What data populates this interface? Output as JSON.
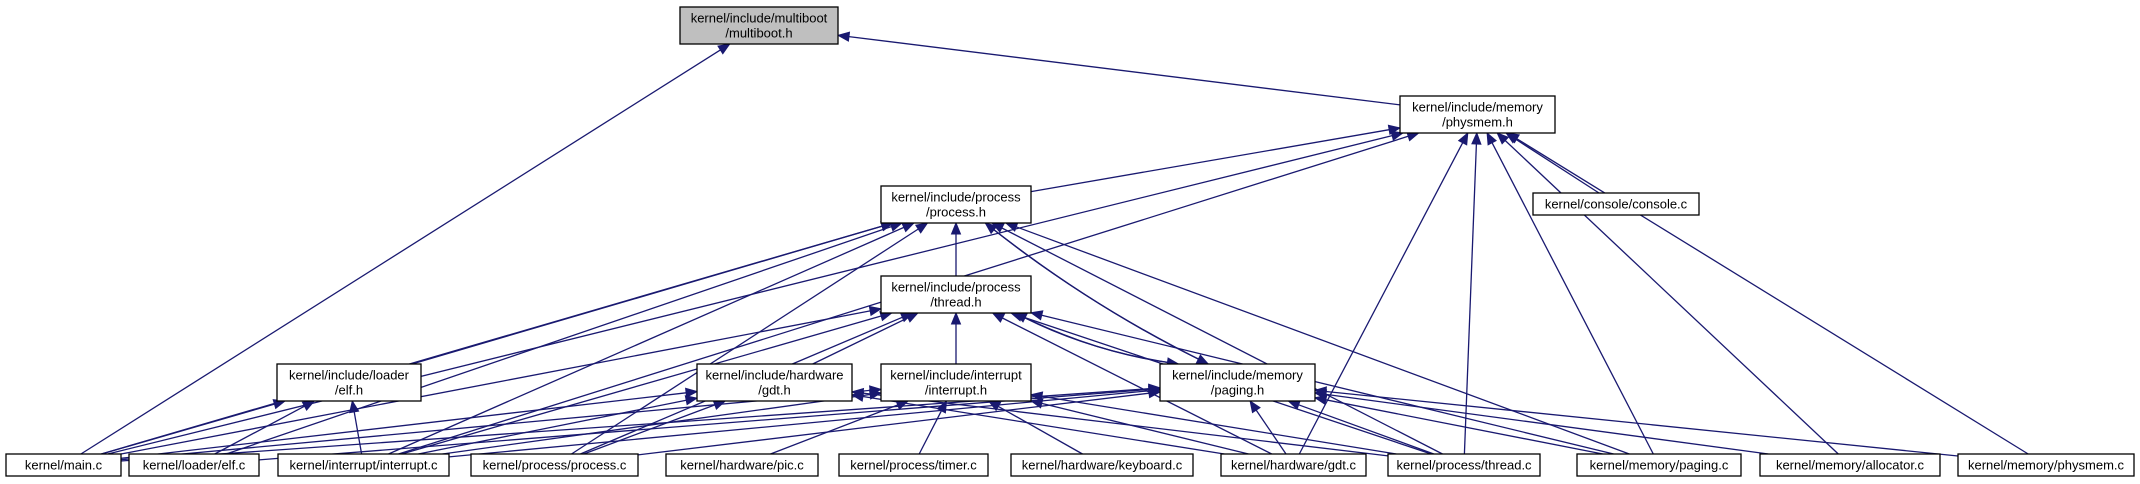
{
  "graph": {
    "colors": {
      "edge": "#191970",
      "node_border": "#000000",
      "root_fill": "#bfbfbf",
      "node_fill": "#ffffff",
      "background": "#ffffff"
    },
    "nodes": [
      {
        "id": "multiboot_h",
        "lines": [
          "kernel/include/multiboot",
          "/multiboot.h"
        ],
        "root": true
      },
      {
        "id": "physmem_h",
        "lines": [
          "kernel/include/memory",
          "/physmem.h"
        ]
      },
      {
        "id": "process_h",
        "lines": [
          "kernel/include/process",
          "/process.h"
        ]
      },
      {
        "id": "console_c",
        "lines": [
          "kernel/console/console.c"
        ]
      },
      {
        "id": "thread_h",
        "lines": [
          "kernel/include/process",
          "/thread.h"
        ]
      },
      {
        "id": "elf_h",
        "lines": [
          "kernel/include/loader",
          "/elf.h"
        ]
      },
      {
        "id": "gdt_h",
        "lines": [
          "kernel/include/hardware",
          "/gdt.h"
        ]
      },
      {
        "id": "interrupt_h",
        "lines": [
          "kernel/include/interrupt",
          "/interrupt.h"
        ]
      },
      {
        "id": "paging_h",
        "lines": [
          "kernel/include/memory",
          "/paging.h"
        ]
      },
      {
        "id": "main_c",
        "lines": [
          "kernel/main.c"
        ]
      },
      {
        "id": "elf_c",
        "lines": [
          "kernel/loader/elf.c"
        ]
      },
      {
        "id": "interrupt_c",
        "lines": [
          "kernel/interrupt/interrupt.c"
        ]
      },
      {
        "id": "process_c",
        "lines": [
          "kernel/process/process.c"
        ]
      },
      {
        "id": "pic_c",
        "lines": [
          "kernel/hardware/pic.c"
        ]
      },
      {
        "id": "timer_c",
        "lines": [
          "kernel/process/timer.c"
        ]
      },
      {
        "id": "keyboard_c",
        "lines": [
          "kernel/hardware/keyboard.c"
        ]
      },
      {
        "id": "gdt_c",
        "lines": [
          "kernel/hardware/gdt.c"
        ]
      },
      {
        "id": "thread_c",
        "lines": [
          "kernel/process/thread.c"
        ]
      },
      {
        "id": "paging_c",
        "lines": [
          "kernel/memory/paging.c"
        ]
      },
      {
        "id": "allocator_c",
        "lines": [
          "kernel/memory/allocator.c"
        ]
      },
      {
        "id": "physmem_c",
        "lines": [
          "kernel/memory/physmem.c"
        ]
      }
    ],
    "edges": [
      {
        "from": "physmem_h",
        "to": "multiboot_h"
      },
      {
        "from": "main_c",
        "to": "multiboot_h"
      },
      {
        "from": "process_h",
        "to": "physmem_h"
      },
      {
        "from": "main_c",
        "to": "physmem_h"
      },
      {
        "from": "interrupt_c",
        "to": "physmem_h"
      },
      {
        "from": "console_c",
        "to": "physmem_h"
      },
      {
        "from": "gdt_c",
        "to": "physmem_h"
      },
      {
        "from": "thread_c",
        "to": "physmem_h"
      },
      {
        "from": "paging_c",
        "to": "physmem_h"
      },
      {
        "from": "allocator_c",
        "to": "physmem_h"
      },
      {
        "from": "physmem_c",
        "to": "physmem_h"
      },
      {
        "from": "thread_h",
        "to": "process_h"
      },
      {
        "from": "paging_h",
        "to": "process_h"
      },
      {
        "from": "elf_h",
        "to": "process_h"
      },
      {
        "from": "main_c",
        "to": "process_h"
      },
      {
        "from": "elf_c",
        "to": "process_h"
      },
      {
        "from": "interrupt_c",
        "to": "process_h"
      },
      {
        "from": "process_c",
        "to": "process_h"
      },
      {
        "from": "thread_c",
        "to": "process_h"
      },
      {
        "from": "paging_c",
        "to": "process_h"
      },
      {
        "from": "process_h",
        "to": "paging_h"
      },
      {
        "from": "gdt_h",
        "to": "thread_h"
      },
      {
        "from": "interrupt_h",
        "to": "thread_h"
      },
      {
        "from": "paging_h",
        "to": "thread_h"
      },
      {
        "from": "main_c",
        "to": "thread_h"
      },
      {
        "from": "interrupt_c",
        "to": "thread_h"
      },
      {
        "from": "process_c",
        "to": "thread_h"
      },
      {
        "from": "gdt_c",
        "to": "thread_h"
      },
      {
        "from": "thread_c",
        "to": "thread_h"
      },
      {
        "from": "paging_c",
        "to": "thread_h"
      },
      {
        "from": "thread_h",
        "to": "paging_h"
      },
      {
        "from": "main_c",
        "to": "elf_h"
      },
      {
        "from": "elf_c",
        "to": "elf_h"
      },
      {
        "from": "interrupt_c",
        "to": "elf_h"
      },
      {
        "from": "main_c",
        "to": "gdt_h"
      },
      {
        "from": "interrupt_c",
        "to": "gdt_h"
      },
      {
        "from": "process_c",
        "to": "gdt_h"
      },
      {
        "from": "gdt_c",
        "to": "gdt_h"
      },
      {
        "from": "thread_c",
        "to": "gdt_h"
      },
      {
        "from": "main_c",
        "to": "interrupt_h"
      },
      {
        "from": "interrupt_c",
        "to": "interrupt_h"
      },
      {
        "from": "pic_c",
        "to": "interrupt_h"
      },
      {
        "from": "timer_c",
        "to": "interrupt_h"
      },
      {
        "from": "keyboard_c",
        "to": "interrupt_h"
      },
      {
        "from": "gdt_c",
        "to": "interrupt_h"
      },
      {
        "from": "thread_c",
        "to": "interrupt_h"
      },
      {
        "from": "main_c",
        "to": "paging_h"
      },
      {
        "from": "elf_c",
        "to": "paging_h"
      },
      {
        "from": "interrupt_c",
        "to": "paging_h"
      },
      {
        "from": "process_c",
        "to": "paging_h"
      },
      {
        "from": "gdt_c",
        "to": "paging_h"
      },
      {
        "from": "thread_c",
        "to": "paging_h"
      },
      {
        "from": "paging_c",
        "to": "paging_h"
      },
      {
        "from": "allocator_c",
        "to": "paging_h"
      },
      {
        "from": "physmem_c",
        "to": "paging_h"
      }
    ]
  }
}
